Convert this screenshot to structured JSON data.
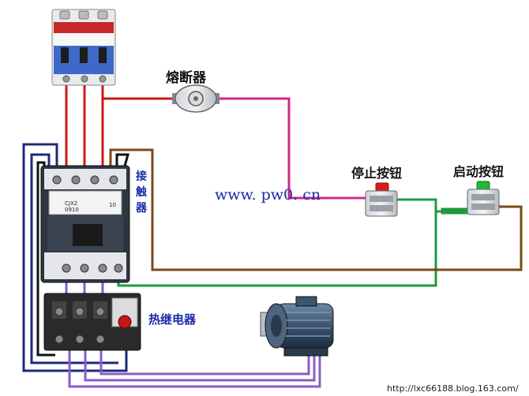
{
  "labels": {
    "fuse": "熔断器",
    "stop_button": "停止按钮",
    "start_button": "启动按钮",
    "contactor": "接触器",
    "thermal_relay": "热继电器",
    "watermark": "www. pw0. cn",
    "blog_credit": "http://lxc66188.blog.163.com/"
  },
  "contactor_print": {
    "model": "CJX2",
    "number": "0910",
    "contact": "10"
  },
  "colors": {
    "phase_red": "#d01818",
    "control_red": "#c81818",
    "control_magenta": "#d0288a",
    "control_green": "#1e9a3c",
    "control_brown": "#7a4a18",
    "phase_navy": "#1e2a78",
    "motor_purple": "#8a5cc8",
    "label_blue": "#1a2aa8",
    "stop_cap": "#d81c1c",
    "start_cap": "#22b83a"
  },
  "icons": {
    "breaker": "circuit-breaker-icon",
    "fuse": "fuse-icon",
    "stop": "push-button-icon",
    "start": "push-button-icon",
    "contactor": "contactor-icon",
    "relay": "thermal-relay-icon",
    "motor": "motor-icon"
  }
}
